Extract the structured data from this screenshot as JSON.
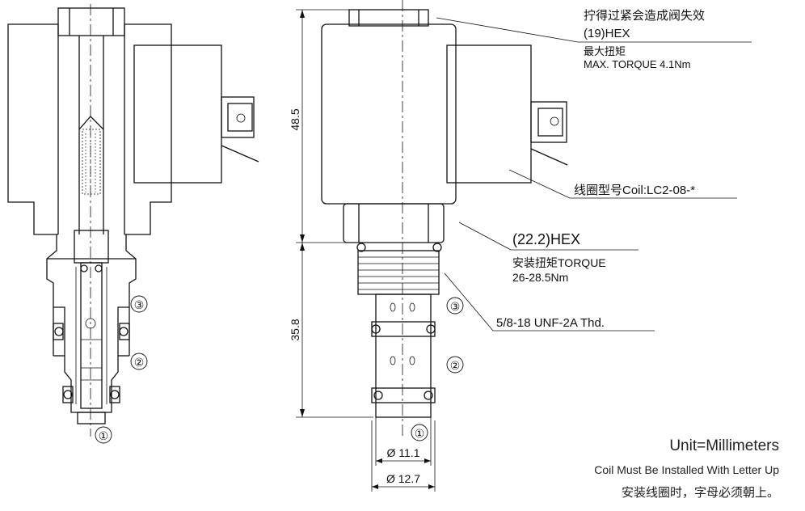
{
  "annotations": {
    "hex_warning": "拧得过紧会造成阀失效",
    "hex_top": "(19)HEX",
    "max_torque_cn": "最大扭矩",
    "max_torque_en": "MAX. TORQUE 4.1Nm",
    "coil_model": "线圈型号Coil:LC2-08-*",
    "hex_mid": "(22.2)HEX",
    "install_torque": "安装扭矩TORQUE",
    "install_torque_value": "26-28.5Nm",
    "thread": "5/8-18 UNF-2A Thd.",
    "unit": "Unit=Millimeters",
    "coil_note_en": "Coil Must Be Installed With Letter Up",
    "coil_note_cn": "安装线圈时，字母必须朝上。"
  },
  "dimensions": {
    "coil_height": "48.5",
    "cartridge_height": "35.8",
    "dia_small": "Ø 11.1",
    "dia_large": "Ø 12.7"
  },
  "ports": {
    "left": [
      "③",
      "②",
      "①"
    ],
    "right": [
      "③",
      "②",
      "①"
    ]
  }
}
